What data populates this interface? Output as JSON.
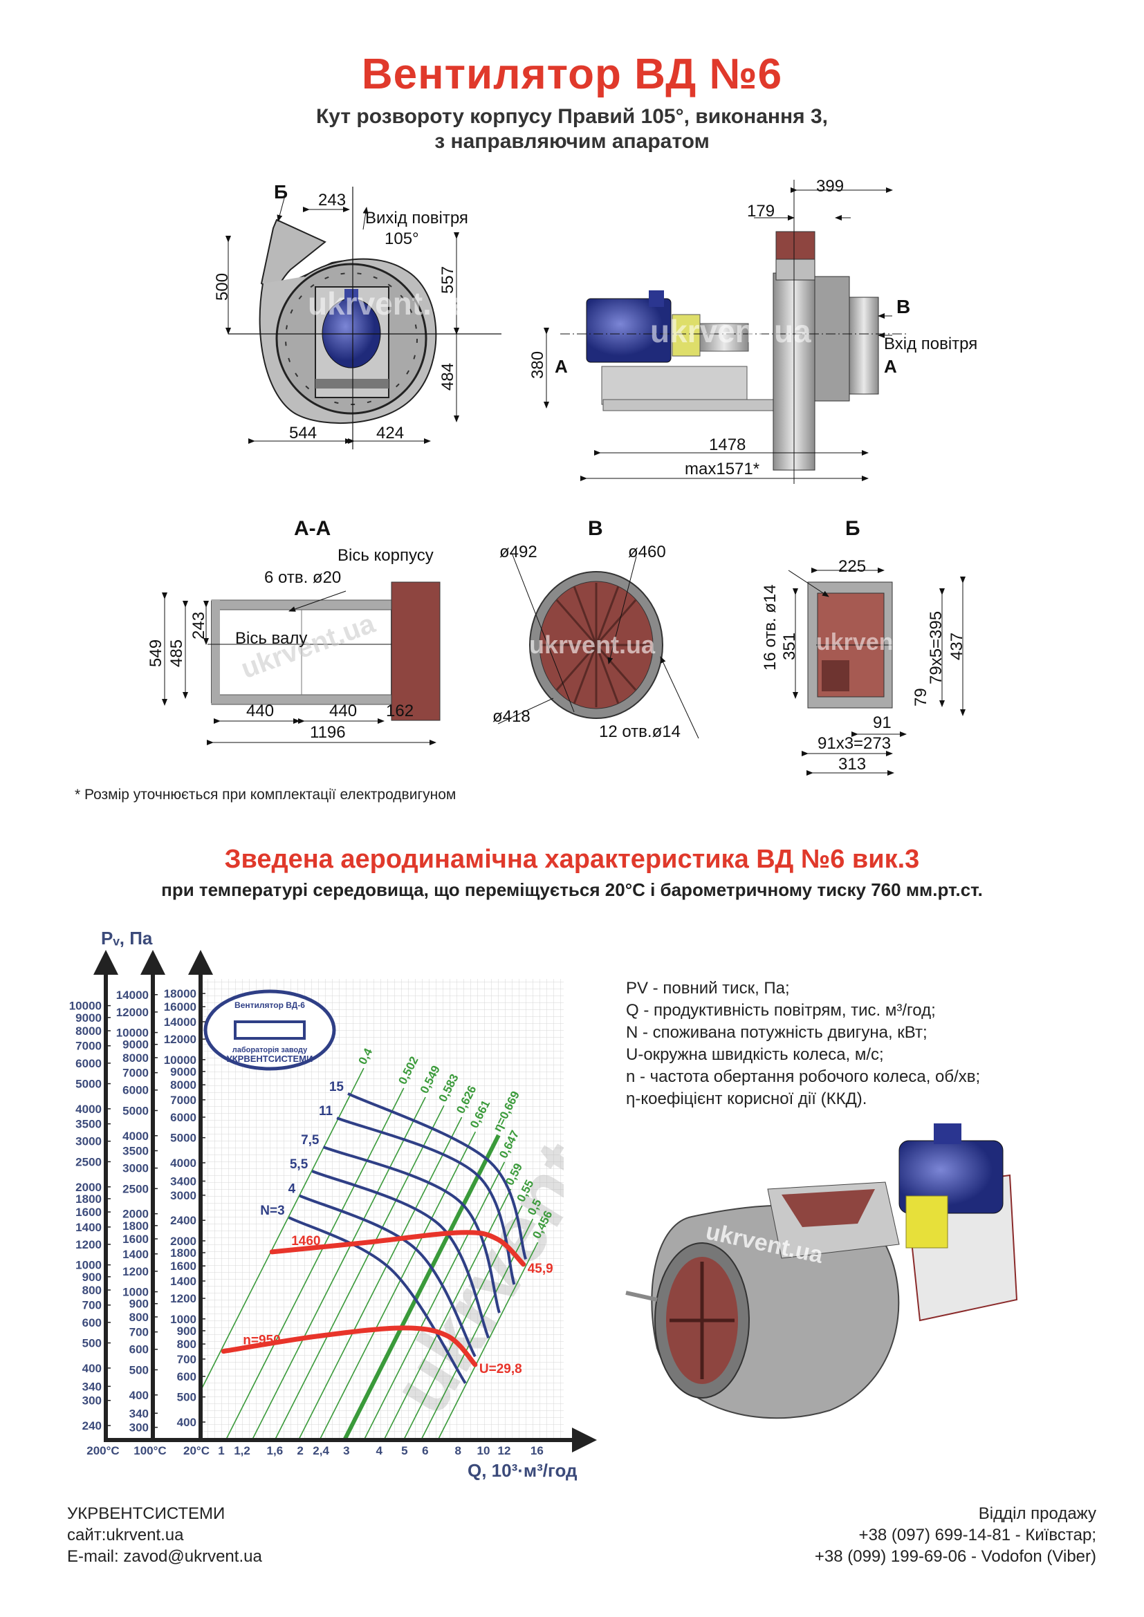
{
  "header": {
    "title": "Вентилятор  ВД №6",
    "subtitle_line1": "Кут розвороту корпусу Правий 105°, виконання 3,",
    "subtitle_line2": "з направляючим апаратом"
  },
  "front_view": {
    "section_b": "Б",
    "dim_243": "243",
    "outlet_label": "Вихід повітря",
    "angle": "105°",
    "dim_500": "500",
    "dim_557": "557",
    "dim_484": "484",
    "dim_544": "544",
    "dim_424": "424",
    "watermark": "ukrvent.ua"
  },
  "side_view": {
    "dim_399": "399",
    "dim_179": "179",
    "section_v": "В",
    "inlet_label": "Вхід повітря",
    "section_a_left": "А",
    "section_a_right": "А",
    "dim_380": "380",
    "dim_1478": "1478",
    "dim_max": "max1571*",
    "watermark": "ukrvent.ua"
  },
  "section_aa": {
    "title": "А-А",
    "housing_axis": "Вісь корпусу",
    "holes": "6 отв. ø20",
    "shaft_axis": "Вісь валу",
    "dim_549": "549",
    "dim_485": "485",
    "dim_243": "243",
    "dim_440a": "440",
    "dim_440b": "440",
    "dim_162": "162",
    "dim_1196": "1196",
    "watermark": "ukrvent.ua"
  },
  "section_v": {
    "title": "В",
    "d492": "ø492",
    "d460": "ø460",
    "d418": "ø418",
    "holes": "12 отв.ø14",
    "watermark": "ukrvent.ua"
  },
  "section_b": {
    "title": "Б",
    "dim_225": "225",
    "holes": "16 отв. ø14",
    "dim_351": "351",
    "dim_395": "79х5=395",
    "dim_437": "437",
    "dim_79": "79",
    "dim_91": "91",
    "dim_273": "91х3=273",
    "dim_313": "313",
    "watermark": "ukrvent.ua"
  },
  "footnote": "* Розмір уточнюється при комплектації електродвигуном",
  "chart_header": {
    "title": "Зведена аеродинамічна характеристика ВД №6 вик.3",
    "subtitle": "при температурі середовища, що переміщується 20°С і барометричному тиску 760 мм.рт.ст."
  },
  "legend": [
    "PV - повний тиск, Па;",
    "Q - продуктивність повітрям, тис. м³/год;",
    "N - споживана потужність двигуна, кВт;",
    "U-окружна швидкість колеса, м/с;",
    "n - частота обертання робочого колеса, об/хв;",
    "η-коефіцієнт корисної дії (ККД)."
  ],
  "chart_data": {
    "type": "line",
    "scale": "log-log",
    "ylabel": "Pᵥ, Па",
    "xlabel": "Q, 10³·м³/год",
    "xlim": [
      1,
      18
    ],
    "ylim_20C": [
      340,
      20000
    ],
    "grid": true,
    "x_ticks": [
      {
        "v": 1,
        "label": "1"
      },
      {
        "v": 1.2,
        "label": "1,2"
      },
      {
        "v": 1.6,
        "label": "1,6"
      },
      {
        "v": 2,
        "label": "2"
      },
      {
        "v": 2.4,
        "label": "2,4"
      },
      {
        "v": 3,
        "label": "3"
      },
      {
        "v": 4,
        "label": "4"
      },
      {
        "v": 5,
        "label": "5"
      },
      {
        "v": 6,
        "label": "6"
      },
      {
        "v": 8,
        "label": "8"
      },
      {
        "v": 10,
        "label": "10"
      },
      {
        "v": 12,
        "label": "12"
      },
      {
        "v": 16,
        "label": "16"
      }
    ],
    "y_axes": [
      {
        "temp_label": "200°C",
        "density_factor": 0.619,
        "ticks": [
          10000,
          9000,
          8000,
          7000,
          6000,
          5000,
          4000,
          3500,
          3000,
          2500,
          2000,
          1800,
          1600,
          1400,
          1200,
          1000,
          900,
          800,
          700,
          600,
          500,
          400,
          340,
          300,
          240
        ]
      },
      {
        "temp_label": "100°C",
        "density_factor": 0.786,
        "ticks": [
          14000,
          12000,
          10000,
          9000,
          8000,
          7000,
          6000,
          5000,
          4000,
          3500,
          3000,
          2500,
          2000,
          1800,
          1600,
          1400,
          1200,
          1000,
          900,
          800,
          700,
          600,
          500,
          400,
          340,
          300
        ]
      },
      {
        "temp_label": "20°C",
        "density_factor": 1.0,
        "ticks": [
          18000,
          16000,
          14000,
          12000,
          10000,
          9000,
          8000,
          7000,
          6000,
          5000,
          4000,
          3400,
          3000,
          2400,
          2000,
          1800,
          1600,
          1400,
          1200,
          1000,
          900,
          800,
          700,
          600,
          500,
          400
        ]
      }
    ],
    "speed_curves": [
      {
        "name": "1460",
        "start_label": "1460",
        "end_label": "45,9",
        "color": "#e8342a",
        "points": [
          [
            1.56,
            1813
          ],
          [
            3.58,
            1971
          ],
          [
            8.17,
            2153
          ],
          [
            11.3,
            2031
          ],
          [
            14.2,
            1624
          ]
        ]
      },
      {
        "name": "n=950",
        "start_label": "n=950",
        "end_label": "U=29,8",
        "color": "#e8342a",
        "points": [
          [
            1.02,
            750
          ],
          [
            2.32,
            857
          ],
          [
            4.94,
            923
          ],
          [
            7.33,
            857
          ],
          [
            9.29,
            666
          ]
        ]
      }
    ],
    "power_curves": [
      {
        "label": "N=3",
        "color": "#2f3f86",
        "points": [
          [
            1.81,
            2461
          ],
          [
            4.44,
            1552
          ],
          [
            8.53,
            565
          ]
        ]
      },
      {
        "label": "4",
        "color": "#2f3f86",
        "points": [
          [
            1.99,
            2988
          ],
          [
            5.53,
            1856
          ],
          [
            9.29,
            716
          ]
        ]
      },
      {
        "label": "5,5",
        "color": "#2f3f86",
        "points": [
          [
            2.22,
            3716
          ],
          [
            6.85,
            2287
          ],
          [
            10.45,
            844
          ]
        ]
      },
      {
        "label": "7,5",
        "color": "#2f3f86",
        "points": [
          [
            2.45,
            4604
          ],
          [
            8.17,
            2820
          ],
          [
            11.5,
            1055
          ]
        ]
      },
      {
        "label": "11",
        "color": "#2f3f86",
        "points": [
          [
            2.76,
            5958
          ],
          [
            9.5,
            3581
          ],
          [
            13.1,
            1358
          ]
        ]
      },
      {
        "label": "15",
        "color": "#2f3f86",
        "points": [
          [
            3.04,
            7396
          ],
          [
            10.6,
            4027
          ],
          [
            14.5,
            1699
          ]
        ]
      }
    ],
    "efficiency_lines": [
      {
        "label": "0,4",
        "q_at_bottom": 0.67,
        "p_top": 9270,
        "bold": false
      },
      {
        "label": "0,502",
        "q_at_bottom": 1.04,
        "p_top": 7770,
        "bold": false
      },
      {
        "label": "0,549",
        "q_at_bottom": 1.31,
        "p_top": 7170,
        "bold": false
      },
      {
        "label": "0,583",
        "q_at_bottom": 1.6,
        "p_top": 6650,
        "bold": false
      },
      {
        "label": "0,626",
        "q_at_bottom": 1.97,
        "p_top": 6000,
        "bold": false
      },
      {
        "label": "0,661",
        "q_at_bottom": 2.37,
        "p_top": 5270,
        "bold": false
      },
      {
        "label": "η=0,669",
        "q_at_bottom": 2.95,
        "p_top": 5110,
        "bold": true
      },
      {
        "label": "0,647",
        "q_at_bottom": 3.5,
        "p_top": 4030,
        "bold": false
      },
      {
        "label": "0,59",
        "q_at_bottom": 4.17,
        "p_top": 3170,
        "bold": false
      },
      {
        "label": "0,55",
        "q_at_bottom": 4.96,
        "p_top": 2735,
        "bold": false
      },
      {
        "label": "0,5",
        "q_at_bottom": 5.78,
        "p_top": 2430,
        "bold": false
      },
      {
        "label": "0,456",
        "q_at_bottom": 6.7,
        "p_top": 1974,
        "bold": false
      }
    ],
    "stamp": {
      "line1": "Вентилятор ВД-6",
      "line2": "лабораторія заводу",
      "line3": "УКРВЕНТСИСТЕМИ"
    },
    "watermark": "ukrvent.ua",
    "colors": {
      "axis_text": "#3b4a7a",
      "grid": "#d6d6d6",
      "efficiency": "#3a9a3a",
      "power": "#2f3f86",
      "speed": "#e8342a"
    }
  },
  "render_3d": {
    "watermark": "ukrvent.ua"
  },
  "footer": {
    "company": "УКРВЕНТСИСТЕМИ",
    "site": "сайт:ukrvent.ua",
    "email": "E-mail: zavod@ukrvent.ua",
    "sales_title": "Відділ продажу",
    "phone1": "+38 (097) 699-14-81 - Київстар;",
    "phone2": "+38 (099) 199-69-06 - Vodofon (Viber)"
  }
}
